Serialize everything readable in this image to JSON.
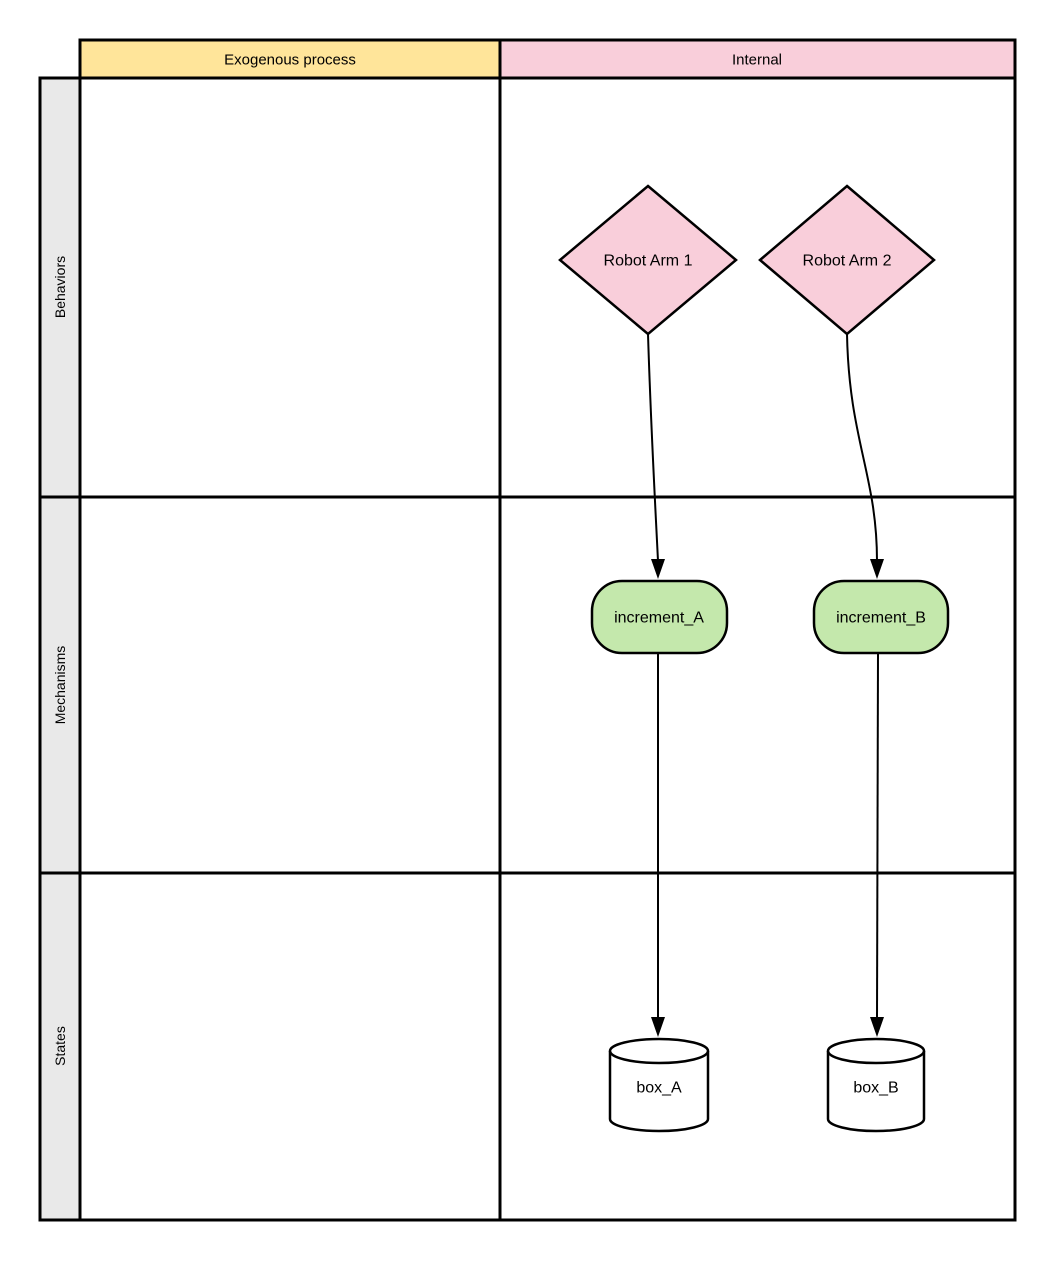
{
  "diagram": {
    "column_headers": [
      {
        "label": "Exogenous process",
        "fill": "#FFE59A"
      },
      {
        "label": "Internal",
        "fill": "#F9CEDA"
      }
    ],
    "row_headers": [
      {
        "label": "Behaviors",
        "fill": "#E9E9E9"
      },
      {
        "label": "Mechanisms",
        "fill": "#E9E9E9"
      },
      {
        "label": "States",
        "fill": "#E9E9E9"
      }
    ],
    "nodes": {
      "behaviors": [
        {
          "label": "Robot Arm 1",
          "shape": "diamond",
          "fill": "#F9CEDA"
        },
        {
          "label": "Robot Arm 2",
          "shape": "diamond",
          "fill": "#F9CEDA"
        }
      ],
      "mechanisms": [
        {
          "label": "increment_A",
          "shape": "rounded-rectangle",
          "fill": "#C4E8AC"
        },
        {
          "label": "increment_B",
          "shape": "rounded-rectangle",
          "fill": "#C4E8AC"
        }
      ],
      "states": [
        {
          "label": "box_A",
          "shape": "cylinder",
          "fill": "#FFFFFF"
        },
        {
          "label": "box_B",
          "shape": "cylinder",
          "fill": "#FFFFFF"
        }
      ]
    },
    "edges": [
      {
        "from": "Robot Arm 1",
        "to": "increment_A"
      },
      {
        "from": "Robot Arm 2",
        "to": "increment_B"
      },
      {
        "from": "increment_A",
        "to": "box_A"
      },
      {
        "from": "increment_B",
        "to": "box_B"
      }
    ],
    "stroke_color": "#000000",
    "background": "#FFFFFF"
  }
}
